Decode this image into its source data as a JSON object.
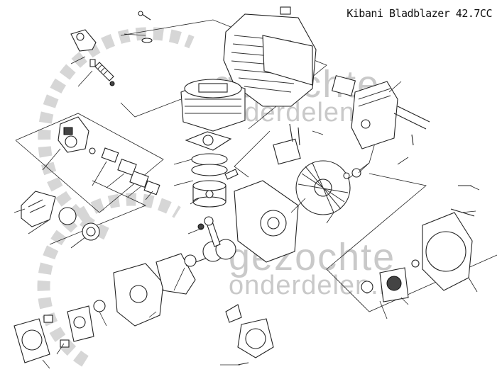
{
  "diagram": {
    "title": "Kibani Bladblazer 42.7CC",
    "watermark_line1": "gezochte",
    "watermark_line2": "onderdelen.nl"
  }
}
